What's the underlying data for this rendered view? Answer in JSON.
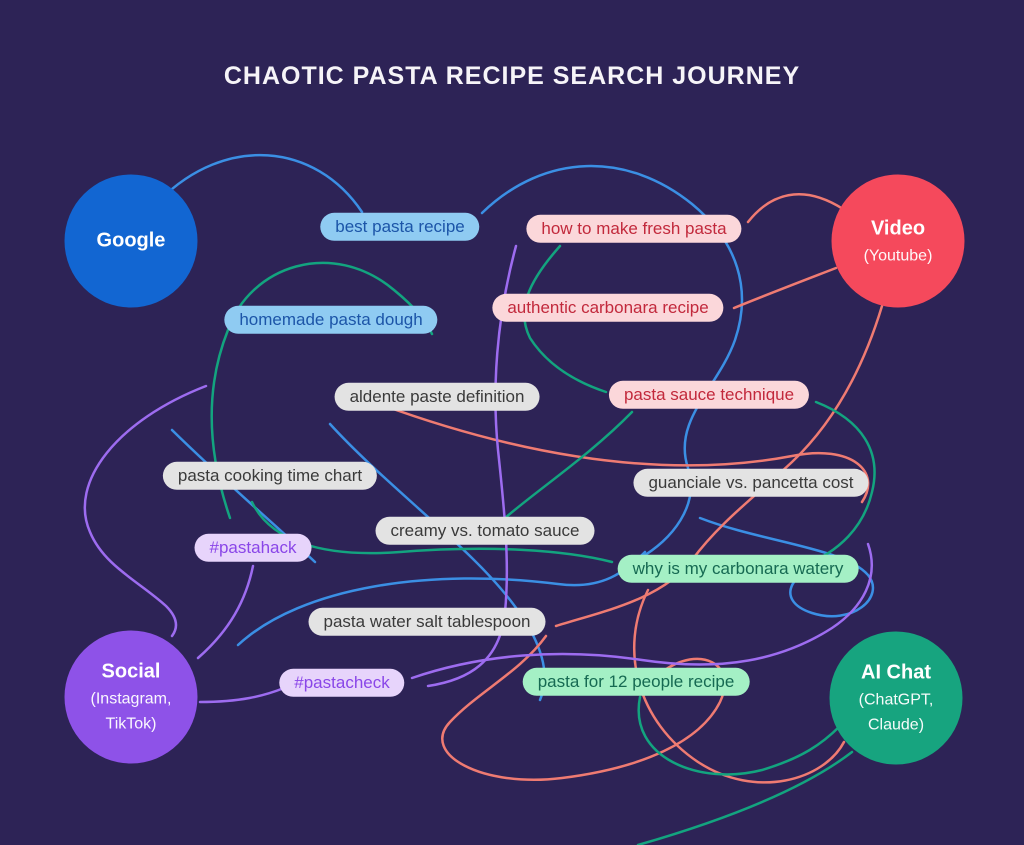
{
  "title": "CHAOTIC PASTA RECIPE SEARCH JOURNEY",
  "nodes": {
    "google": {
      "label": "Google",
      "color": "#1266d2"
    },
    "video": {
      "label": "Video",
      "sublabel": "(Youtube)",
      "color": "#f5495c"
    },
    "social": {
      "label": "Social",
      "sublabel": "(Instagram,",
      "sublabel2": "TikTok)",
      "color": "#8e52e8"
    },
    "ai_chat": {
      "label": "AI Chat",
      "sublabel": "(ChatGPT,",
      "sublabel2": "Claude)",
      "color": "#17a47f"
    }
  },
  "pills": [
    {
      "label": "best pasta recipe",
      "category": "google"
    },
    {
      "label": "how to make fresh pasta",
      "category": "video"
    },
    {
      "label": "homemade pasta dough",
      "category": "google"
    },
    {
      "label": "authentic carbonara recipe",
      "category": "video"
    },
    {
      "label": "aldente paste definition",
      "category": "neutral"
    },
    {
      "label": "pasta sauce technique",
      "category": "video"
    },
    {
      "label": "pasta cooking time chart",
      "category": "neutral"
    },
    {
      "label": "guanciale vs. pancetta cost",
      "category": "neutral"
    },
    {
      "label": "creamy vs. tomato sauce",
      "category": "neutral"
    },
    {
      "label": "#pastahack",
      "category": "social"
    },
    {
      "label": "why is my carbonara watery",
      "category": "ai"
    },
    {
      "label": "pasta water salt tablespoon",
      "category": "neutral"
    },
    {
      "label": "#pastacheck",
      "category": "social"
    },
    {
      "label": "pasta for 12 people recipe",
      "category": "ai"
    }
  ],
  "colors": {
    "background": "#2d2356",
    "line_google": "#3b8fe4",
    "line_video": "#ef7b72",
    "line_social": "#9d6cf0",
    "line_ai": "#13a47f",
    "pill_google_bg": "#8fcbf2",
    "pill_google_text": "#1c55a8",
    "pill_video_bg": "#fbd7da",
    "pill_video_text": "#c2293c",
    "pill_neutral_bg": "#e3e3e3",
    "pill_neutral_text": "#3a3a3a",
    "pill_social_bg": "#e7d4fb",
    "pill_social_text": "#8a46e8",
    "pill_ai_bg": "#a4f0c5",
    "pill_ai_text": "#166a52"
  }
}
